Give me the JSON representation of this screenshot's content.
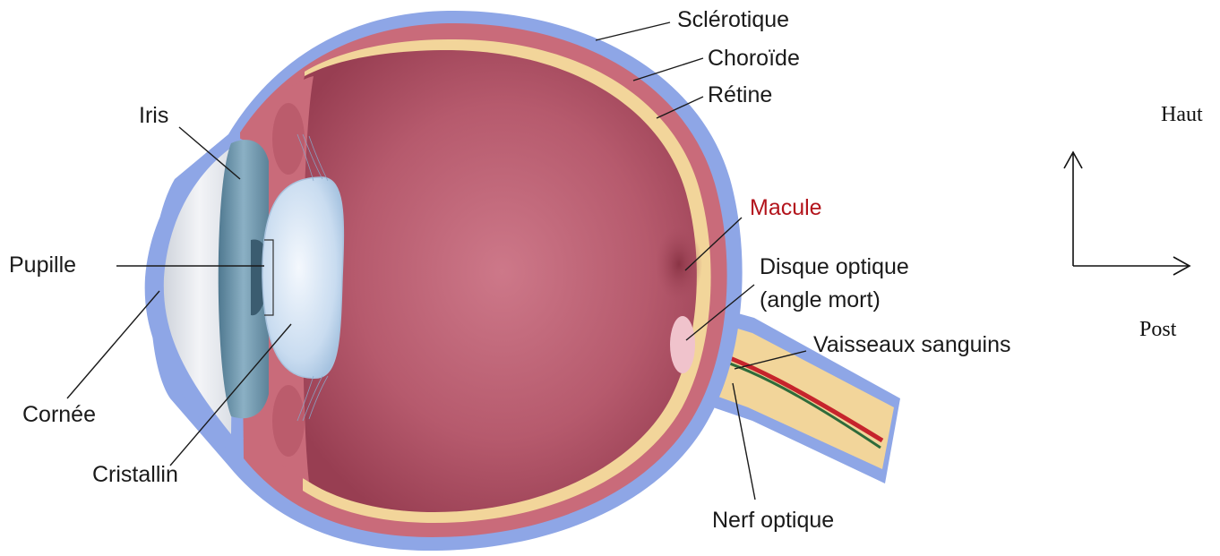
{
  "labels": {
    "sclerotique": "Sclérotique",
    "choroide": "Choroïde",
    "retine": "Rétine",
    "iris": "Iris",
    "macule": "Macule",
    "pupille": "Pupille",
    "disque_optique_1": "Disque optique",
    "disque_optique_2": "(angle mort)",
    "vaisseaux": "Vaisseaux sanguins",
    "cornee": "Cornée",
    "cristallin": "Cristallin",
    "nerf_optique": "Nerf optique"
  },
  "axes": {
    "up": "Haut",
    "right": "Post"
  },
  "colors": {
    "sclera": "#8ea6e6",
    "choroid": "#c96b7a",
    "retina": "#f2d59a",
    "vitreous": "#b04e62",
    "lens": "#d8e6f5",
    "iris": "#6f96ad",
    "cornea": "#e4e7ee",
    "macula_label": "#b3141c"
  }
}
